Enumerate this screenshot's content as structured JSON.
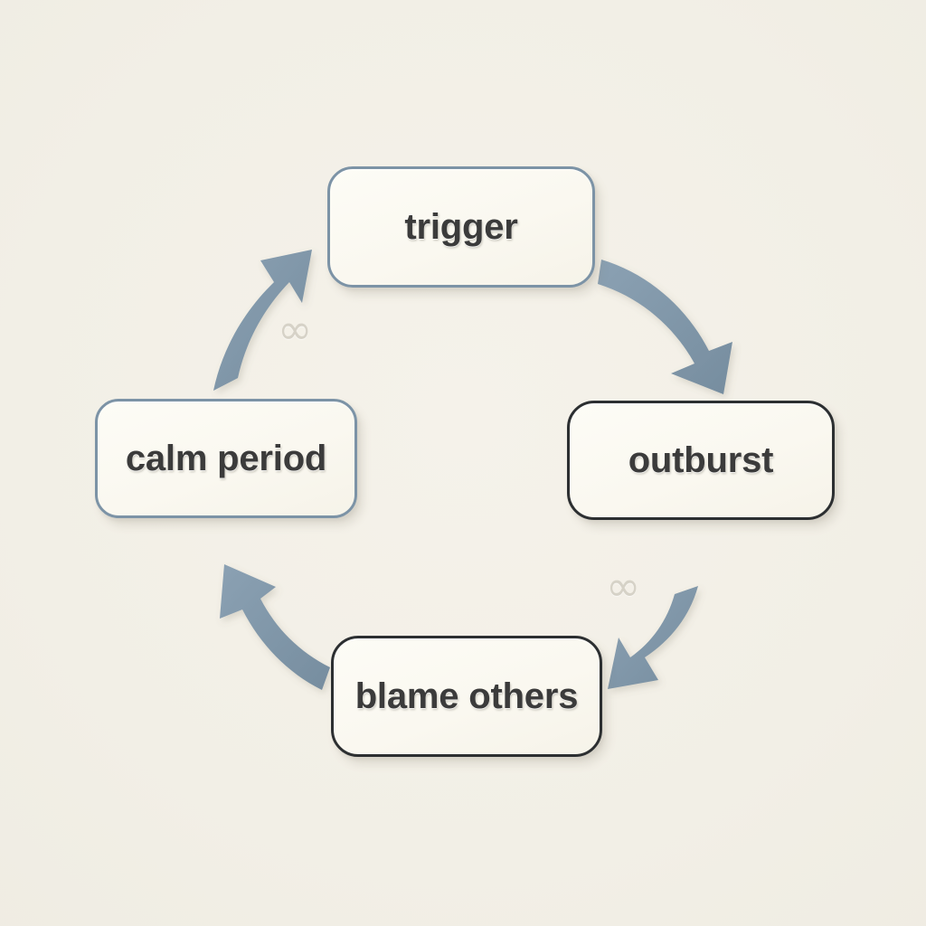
{
  "diagram": {
    "type": "cycle",
    "title": "",
    "background_color": "#f3f0e7",
    "node_fill_color": "#faf8f0",
    "arrow_color": "#7d94a8",
    "text_color": "#3b3b3b",
    "marker_color": "#d6d2c7",
    "nodes": [
      {
        "id": "trigger",
        "label": "trigger",
        "position": "top",
        "border_color": "#7c93a6",
        "border_style": "slate"
      },
      {
        "id": "outburst",
        "label": "outburst",
        "position": "right",
        "border_color": "#2c2f31",
        "border_style": "dark"
      },
      {
        "id": "blame-others",
        "label": "blame others",
        "position": "bottom",
        "border_color": "#2c2f31",
        "border_style": "dark"
      },
      {
        "id": "calm-period",
        "label": "calm period",
        "position": "left",
        "border_color": "#7c93a6",
        "border_style": "slate"
      }
    ],
    "edges": [
      {
        "id": "trigger-to-outburst",
        "from": "trigger",
        "to": "outburst",
        "label": ""
      },
      {
        "id": "outburst-to-blame",
        "from": "outburst",
        "to": "blame-others",
        "label": ""
      },
      {
        "id": "blame-to-calm",
        "from": "blame-others",
        "to": "calm-period",
        "label": ""
      },
      {
        "id": "calm-to-trigger",
        "from": "calm-period",
        "to": "trigger",
        "label": ""
      }
    ],
    "markers": [
      {
        "id": "infinity-top-left",
        "glyph": "∞",
        "near_edge": "calm-to-trigger"
      },
      {
        "id": "infinity-bottom-right",
        "glyph": "∞",
        "near_edge": "outburst-to-blame"
      }
    ]
  }
}
